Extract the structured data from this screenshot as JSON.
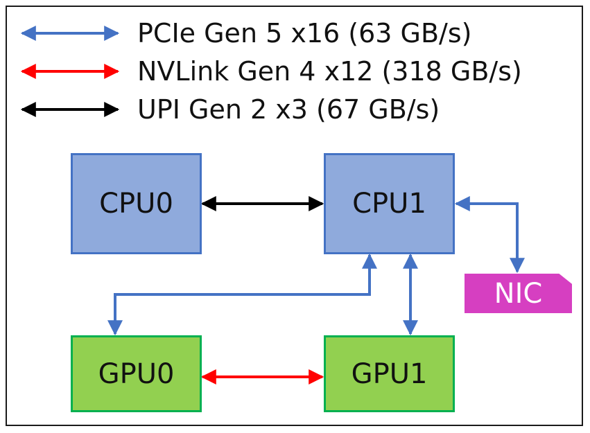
{
  "legend": {
    "pcie": "PCIe Gen 5 x16 (63 GB/s)",
    "nvlink": "NVLink Gen 4 x12 (318 GB/s)",
    "upi": "UPI Gen 2 x3 (67 GB/s)"
  },
  "nodes": {
    "cpu0": "CPU0",
    "cpu1": "CPU1",
    "gpu0": "GPU0",
    "gpu1": "GPU1",
    "nic": "NIC"
  },
  "colors": {
    "pcie": "#4472c4",
    "nvlink": "#ff0000",
    "upi": "#000000",
    "cpu_fill": "#8faadc",
    "gpu_fill": "#92d050",
    "nic_fill": "#d63fc1"
  }
}
